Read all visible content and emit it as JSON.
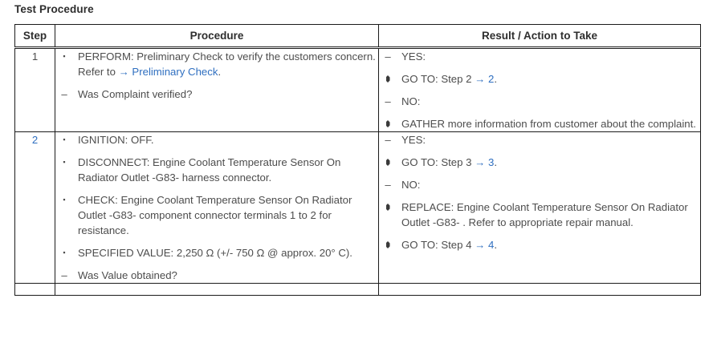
{
  "section": {
    "title": "Test Procedure"
  },
  "colors": {
    "link": "#2f6fc0",
    "text": "#4d4d4d",
    "border": "#1b1b1b",
    "heading": "#2e2e2e"
  },
  "table": {
    "headers": {
      "step": "Step",
      "procedure": "Procedure",
      "result": "Result / Action to Take"
    },
    "rows": [
      {
        "step": "1",
        "step_is_link": false,
        "procedure": [
          {
            "marker": "dot",
            "text_before": "PERFORM: Preliminary Check to verify the customers concern. Refer to ",
            "arrow": "→",
            "link": " Preliminary Check",
            "text_after": "."
          },
          {
            "marker": "dash",
            "text": "Was Complaint verified?"
          }
        ],
        "result": [
          {
            "marker": "dash",
            "text": "YES:"
          },
          {
            "marker": "lozenge",
            "text_before": "GO TO: Step 2 ",
            "arrow": "→",
            "link": " 2",
            "text_after": "."
          },
          {
            "marker": "dash",
            "text": "NO:"
          },
          {
            "marker": "lozenge",
            "text": "GATHER more information from customer about the complaint."
          }
        ]
      },
      {
        "step": "2",
        "step_is_link": true,
        "procedure": [
          {
            "marker": "dot",
            "text": "IGNITION: OFF."
          },
          {
            "marker": "dot",
            "text": "DISCONNECT: Engine Coolant Temperature Sensor On Radiator Outlet -G83- harness connector."
          },
          {
            "marker": "dot",
            "text": "CHECK: Engine Coolant Temperature Sensor On Radiator Outlet -G83- component connector terminals 1 to 2 for resistance."
          },
          {
            "marker": "dot",
            "text": "SPECIFIED VALUE: 2,250 Ω (+/- 750 Ω @ approx. 20° C)."
          },
          {
            "marker": "dash",
            "text": "Was Value obtained?"
          }
        ],
        "result": [
          {
            "marker": "dash",
            "text": "YES:"
          },
          {
            "marker": "lozenge",
            "text_before": "GO TO: Step 3 ",
            "arrow": "→",
            "link": " 3",
            "text_after": "."
          },
          {
            "marker": "dash",
            "text": "NO:"
          },
          {
            "marker": "lozenge",
            "text": "REPLACE: Engine Coolant Temperature Sensor On Radiator Outlet -G83- . Refer to appropriate repair manual."
          },
          {
            "marker": "lozenge",
            "text_before": "GO TO: Step 4 ",
            "arrow": "→",
            "link": " 4",
            "text_after": "."
          }
        ]
      },
      {
        "step": "",
        "step_is_link": false,
        "procedure": [],
        "result": []
      }
    ]
  }
}
